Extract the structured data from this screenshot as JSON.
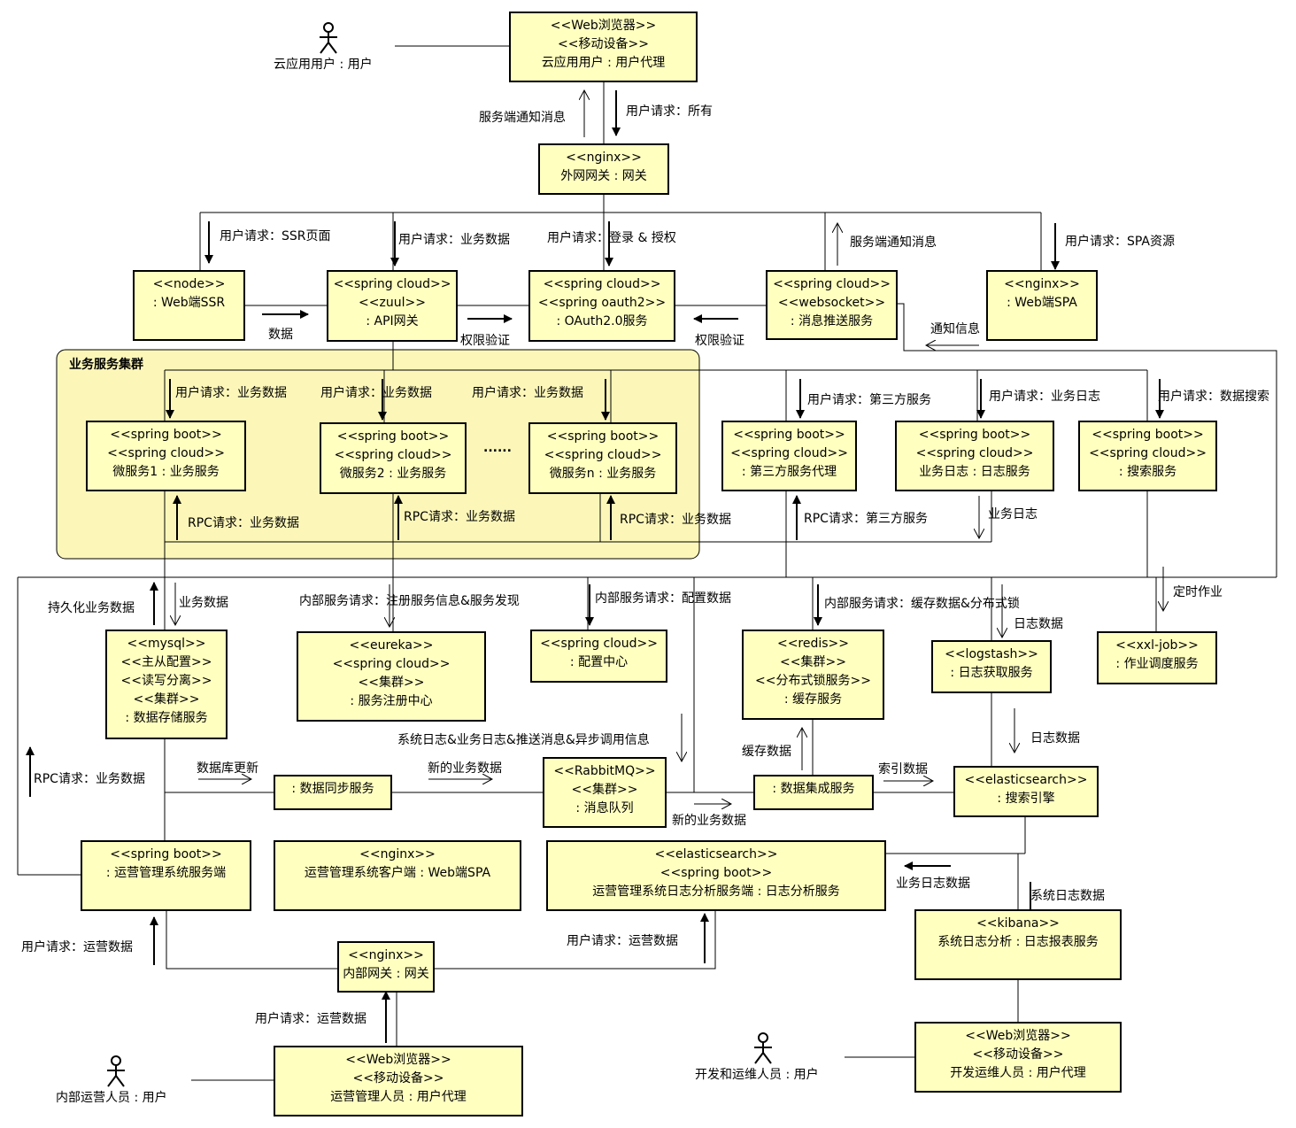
{
  "colors": {
    "box_fill": "#ffffc0",
    "box_stroke": "#000000",
    "cluster_fill": "#fcf7b9",
    "line": "#000000"
  },
  "cluster": {
    "title": "业务服务集群"
  },
  "boxes": {
    "browser_cloud": [
      "<<Web浏览器>>",
      "<<移动设备>>",
      "云应用用户 : 用户代理"
    ],
    "nginx_ext": [
      "<<nginx>>",
      "外网网关 : 网关"
    ],
    "node_ssr": [
      "<<node>>",
      ": Web端SSR"
    ],
    "zuul": [
      "<<spring cloud>>",
      "<<zuul>>",
      ": API网关"
    ],
    "oauth": [
      "<<spring cloud>>",
      "<<spring oauth2>>",
      ": OAuth2.0服务"
    ],
    "websocket": [
      "<<spring cloud>>",
      "<<websocket>>",
      ": 消息推送服务"
    ],
    "nginx_spa": [
      "<<nginx>>",
      ": Web端SPA"
    ],
    "ms1": [
      "<<spring boot>>",
      "<<spring cloud>>",
      "微服务1 : 业务服务"
    ],
    "ms2": [
      "<<spring boot>>",
      "<<spring cloud>>",
      "微服务2 : 业务服务"
    ],
    "msn": [
      "<<spring boot>>",
      "<<spring cloud>>",
      "微服务n : 业务服务"
    ],
    "third": [
      "<<spring boot>>",
      "<<spring cloud>>",
      ": 第三方服务代理"
    ],
    "bizlog": [
      "<<spring boot>>",
      "<<spring cloud>>",
      "业务日志 : 日志服务"
    ],
    "search": [
      "<<spring boot>>",
      "<<spring cloud>>",
      ": 搜索服务"
    ],
    "mysql": [
      "<<mysql>>",
      "<<主从配置>>",
      "<<读写分离>>",
      "<<集群>>",
      ": 数据存储服务"
    ],
    "eureka": [
      "<<eureka>>",
      "<<spring cloud>>",
      "<<集群>>",
      ": 服务注册中心"
    ],
    "config": [
      "<<spring cloud>>",
      ": 配置中心"
    ],
    "redis": [
      "<<redis>>",
      "<<集群>>",
      "<<分布式锁服务>>",
      ": 缓存服务"
    ],
    "logstash": [
      "<<logstash>>",
      ": 日志获取服务"
    ],
    "xxljob": [
      "<<xxl-job>>",
      ": 作业调度服务"
    ],
    "datasync": [
      ": 数据同步服务"
    ],
    "rabbitmq": [
      "<<RabbitMQ>>",
      "<<集群>>",
      ": 消息队列"
    ],
    "dataint": [
      ": 数据集成服务"
    ],
    "es": [
      "<<elasticsearch>>",
      ": 搜索引擎"
    ],
    "ops_server": [
      "<<spring boot>>",
      ": 运营管理系统服务端"
    ],
    "ops_client": [
      "<<nginx>>",
      "运营管理系统客户端 : Web端SPA"
    ],
    "log_analysis": [
      "<<elasticsearch>>",
      "<<spring boot>>",
      "运营管理系统日志分析服务端 : 日志分析服务"
    ],
    "kibana": [
      "<<kibana>>",
      "系统日志分析 : 日志报表服务"
    ],
    "nginx_int": [
      "<<nginx>>",
      "内部网关 : 网关"
    ],
    "browser_ops": [
      "<<Web浏览器>>",
      "<<移动设备>>",
      "运营管理人员 : 用户代理"
    ],
    "browser_dev": [
      "<<Web浏览器>>",
      "<<移动设备>>",
      "开发运维人员 : 用户代理"
    ]
  },
  "actors": {
    "cloud_user": "云应用用户 : 用户",
    "ops_user": "内部运营人员 : 用户",
    "dev_user": "开发和运维人员 : 用户"
  },
  "labels": {
    "svc_notify_top": "服务端通知消息",
    "req_all": "用户请求：所有",
    "req_ssr": "用户请求：SSR页面",
    "req_biz_zuul": "用户请求：业务数据",
    "req_login": "用户请求：登录 & 授权",
    "svc_notify_ws": "服务端通知消息",
    "req_spa": "用户请求：SPA资源",
    "data_ssr": "数据",
    "auth_zuul": "权限验证",
    "auth_ws": "权限验证",
    "notify_info": "通知信息",
    "req_biz_ms1": "用户请求：业务数据",
    "req_biz_ms2": "用户请求：业务数据",
    "req_biz_msn": "用户请求：业务数据",
    "dots": "......",
    "req_third": "用户请求：第三方服务",
    "req_bizlog": "用户请求：业务日志",
    "req_search": "用户请求：数据搜索",
    "rpc_ms1": "RPC请求：业务数据",
    "rpc_ms2": "RPC请求：业务数据",
    "rpc_msn": "RPC请求：业务数据",
    "rpc_third": "RPC请求：第三方服务",
    "bizlog_out": "业务日志",
    "persist": "持久化业务数据",
    "biz_data_mysql": "业务数据",
    "int_eureka": "内部服务请求：注册服务信息&服务发现",
    "int_config": "内部服务请求：配置数据",
    "int_redis": "内部服务请求：缓存数据&分布式锁",
    "cron": "定时作业",
    "log_data_logstash": "日志数据",
    "log_data_es": "日志数据",
    "sys_logs_mq": "系统日志&业务日志&推送消息&异步调用信息",
    "cache_data": "缓存数据",
    "index_data": "索引数据",
    "db_update": "数据库更新",
    "new_biz_sync": "新的业务数据",
    "new_biz_int": "新的业务数据",
    "rpc_ops": "RPC请求：业务数据",
    "biz_log_data": "业务日志数据",
    "sys_log_data": "系统日志数据",
    "req_ops_server": "用户请求：运营数据",
    "req_ops_analysis": "用户请求：运营数据",
    "req_ops_gateway": "用户请求：运营数据"
  }
}
